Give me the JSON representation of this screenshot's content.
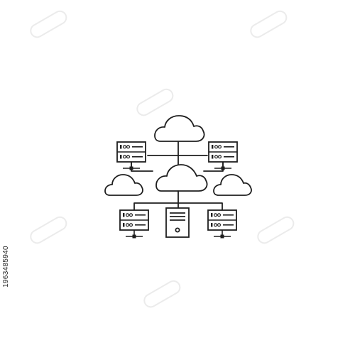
{
  "stock_id": "1963485940",
  "colors": {
    "line": "#1e1e1e",
    "background": "#ffffff",
    "watermark": "#e3e3e3"
  },
  "illustration": {
    "subject": "cloud-server-network-icon",
    "clouds": 4,
    "rack_servers": 4,
    "tower_servers": 1
  }
}
